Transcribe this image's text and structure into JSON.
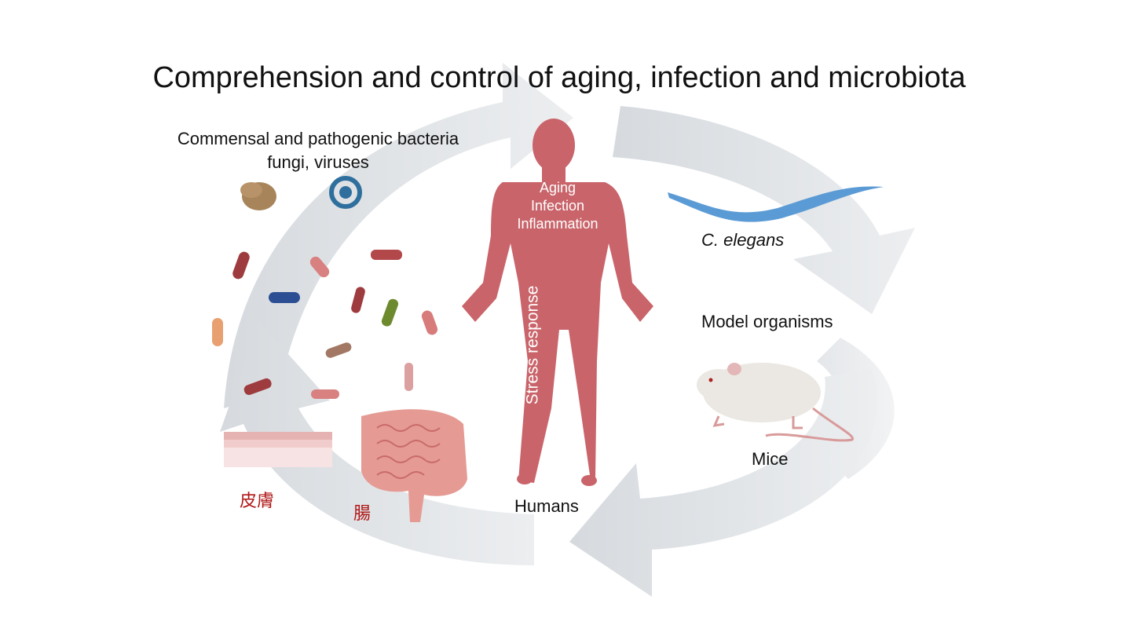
{
  "title": "Comprehension and control of aging, infection and microbiota",
  "microbes": {
    "line1": "Commensal and pathogenic bacteria",
    "line2": "fungi, viruses"
  },
  "human": {
    "labels": [
      "Aging",
      "Infection",
      "Inflammation"
    ],
    "stress": "Stress response",
    "caption": "Humans"
  },
  "organisms": {
    "worm": "C. elegans",
    "model": "Model organisms",
    "mice": "Mice"
  },
  "tissues": {
    "skin": "皮膚",
    "gut": "腸"
  },
  "colors": {
    "arrow": "#dcdfe2",
    "human": "#c9646a",
    "worm": "#5b9bd5",
    "jp_text": "#b01818"
  }
}
